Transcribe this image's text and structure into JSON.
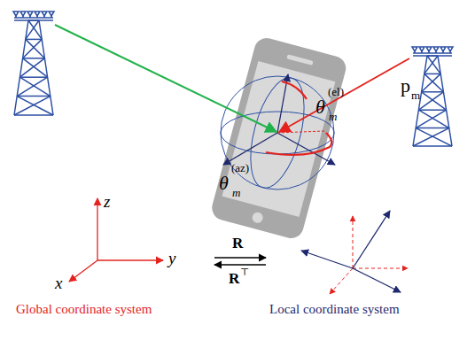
{
  "diagram": {
    "labels": [
      "θ",
      "m",
      "(el)",
      "θ",
      "m",
      "(az)",
      "p",
      "m",
      "R",
      "R",
      "⊤",
      "z",
      "y",
      "x",
      "Global coordinate system",
      "Local coordinate system"
    ]
  }
}
